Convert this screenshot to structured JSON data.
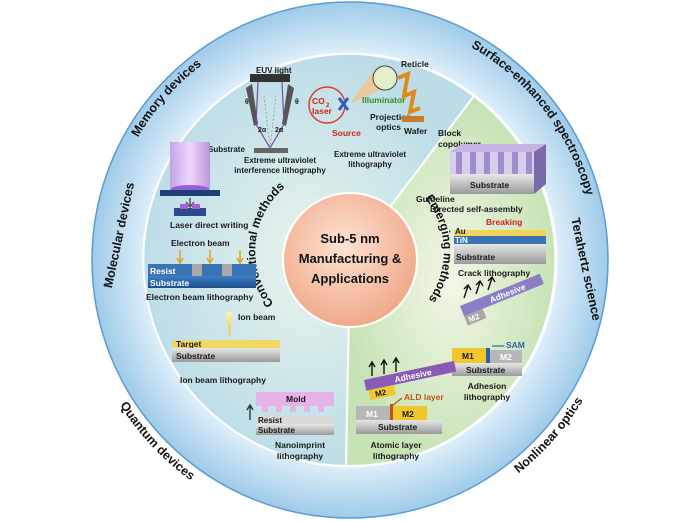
{
  "center": {
    "line1": "Sub-5 nm",
    "line2": "Manufacturing &",
    "line3": "Applications"
  },
  "outer_ring": {
    "memory": "Memory devices",
    "sers": "Surface-enhanced spectroscopy",
    "terahertz": "Terahertz science",
    "nonlinear": "Nonlinear optics",
    "quantum": "Quantum devices",
    "molecular": "Molecular devices"
  },
  "sections": {
    "conventional": "Conventional methods",
    "emerging": "Emerging methods"
  },
  "methods": {
    "euv_interference": {
      "title1": "Extreme ultraviolet",
      "title2": "interference lithography",
      "euv_light": "EUV light",
      "substrate": "Substrate",
      "angle_a": "2α",
      "angle_b": "2α",
      "theta_a": "θ",
      "theta_b": "θ"
    },
    "euv_litho": {
      "title1": "Extreme ultraviolet",
      "title2": "lithography",
      "reticle": "Reticle",
      "illuminator": "Illuminator",
      "projection1": "Projection",
      "projection2": "optics",
      "wafer": "Wafer",
      "co2": "CO",
      "co2_sub": "2",
      "laser": "laser",
      "source": "Source"
    },
    "laser_direct": {
      "title": "Laser direct writing"
    },
    "ebl": {
      "title": "Electron beam lithography",
      "beam": "Electron beam",
      "resist": "Resist",
      "substrate": "Substrate"
    },
    "ibl": {
      "title": "Ion beam lithography",
      "beam": "Ion beam",
      "target": "Target",
      "substrate": "Substrate"
    },
    "nil": {
      "title1": "Nanoimprint",
      "title2": "lithography",
      "mold": "Mold",
      "resist": "Resist",
      "substrate": "Substrate"
    },
    "dsa": {
      "title": "Directed self-assembly",
      "block1": "Block",
      "block2": "copolymer",
      "substrate": "Substrate",
      "guideline": "Guideline"
    },
    "crack": {
      "title": "Crack lithography",
      "breaking": "Breaking",
      "au": "Au",
      "tin": "TiN",
      "substrate": "Substrate"
    },
    "adhesion": {
      "title1": "Adhesion",
      "title2": "lithography",
      "adhesive": "Adhesive",
      "m2": "M2",
      "m1": "M1",
      "m2b": "M2",
      "sam": "SAM",
      "substrate": "Substrate"
    },
    "ald": {
      "title1": "Atomic layer",
      "title2": "lithography",
      "adhesive": "Adhesive",
      "m2": "M2",
      "ald_layer": "ALD layer",
      "m1": "M1",
      "m2b": "M2",
      "substrate": "Substrate"
    }
  },
  "colors": {
    "outer_ring": "#c7e3f4",
    "outer_ring_edge": "#4a8fc7",
    "conventional_bg": "#cde6ef",
    "emerging_bg": "#d2eac5",
    "center": "#f6c5a6",
    "substrate_blue": "#2a63a8",
    "adhesive_purple": "#8a5bb5",
    "metal_yellow": "#f2d35a"
  }
}
